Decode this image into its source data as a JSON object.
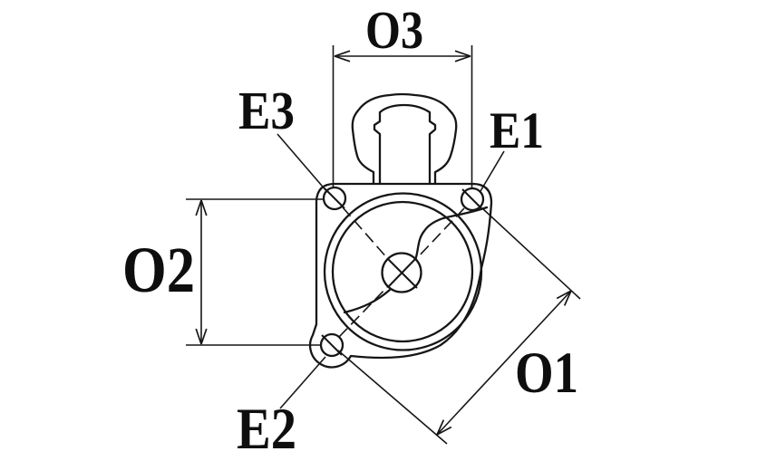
{
  "diagram": {
    "kind": "technical-dimension-drawing",
    "subject": "starter-motor-mounting-flange-front-view",
    "colors": {
      "background": "#ffffff",
      "line": "#161616",
      "text": "#0e0e0e"
    },
    "labels": {
      "o3": "O3",
      "e3": "E3",
      "e1": "E1",
      "o2": "O2",
      "e2": "E2",
      "o1": "O1"
    }
  }
}
